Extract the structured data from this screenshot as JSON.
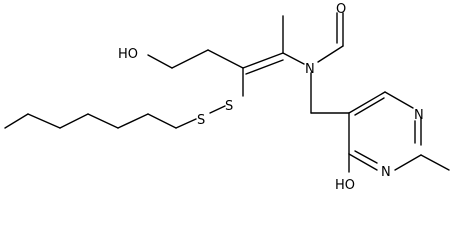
{
  "molecule": {
    "labels": {
      "hydroxyl_top": "HO",
      "formyl_oxygen": "O",
      "amide_nitrogen": "N",
      "sulfur_1": "S",
      "sulfur_2": "S",
      "ring_nitrogen_1": "N",
      "ring_nitrogen_2": "N",
      "ring_hydroxyl": "HO"
    },
    "colors": {
      "bond": "#000000",
      "label": "#000000",
      "background": "#ffffff"
    }
  }
}
